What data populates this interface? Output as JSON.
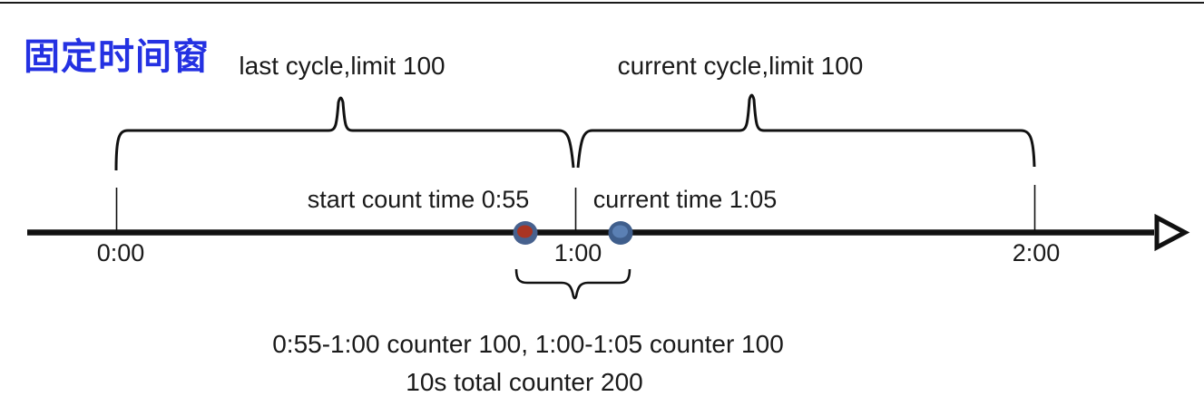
{
  "title": {
    "text": "固定时间窗",
    "color": "#2431e2"
  },
  "cycles": {
    "last_label": "last cycle,limit 100",
    "current_label": "current cycle,limit 100"
  },
  "timeline": {
    "ticks": [
      {
        "label": "0:00"
      },
      {
        "label": "1:00"
      },
      {
        "label": "2:00"
      }
    ]
  },
  "markers": {
    "start": {
      "label": "start count time 0:55",
      "fill": "#a93422",
      "ring": "#47618e"
    },
    "current": {
      "label": "current time 1:05",
      "fill": "#5b80b4",
      "ring": "#3f5e8c"
    }
  },
  "summary": {
    "line1": "0:55-1:00 counter 100, 1:00-1:05 counter 100",
    "line2": "10s total counter 200"
  },
  "colors": {
    "line": "#111111",
    "text": "#1a1a1a"
  }
}
